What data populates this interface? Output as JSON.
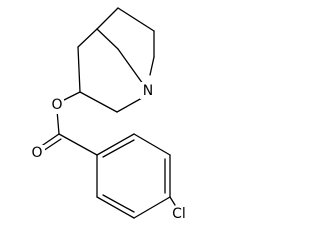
{
  "molecule": {
    "atom_labels": {
      "nitrogen": "N",
      "ester_oxygen": "O",
      "carbonyl_oxygen": "O",
      "chlorine": "Cl"
    },
    "colors": {
      "bond": "#000000",
      "label": "#000000",
      "background": "#ffffff"
    }
  }
}
